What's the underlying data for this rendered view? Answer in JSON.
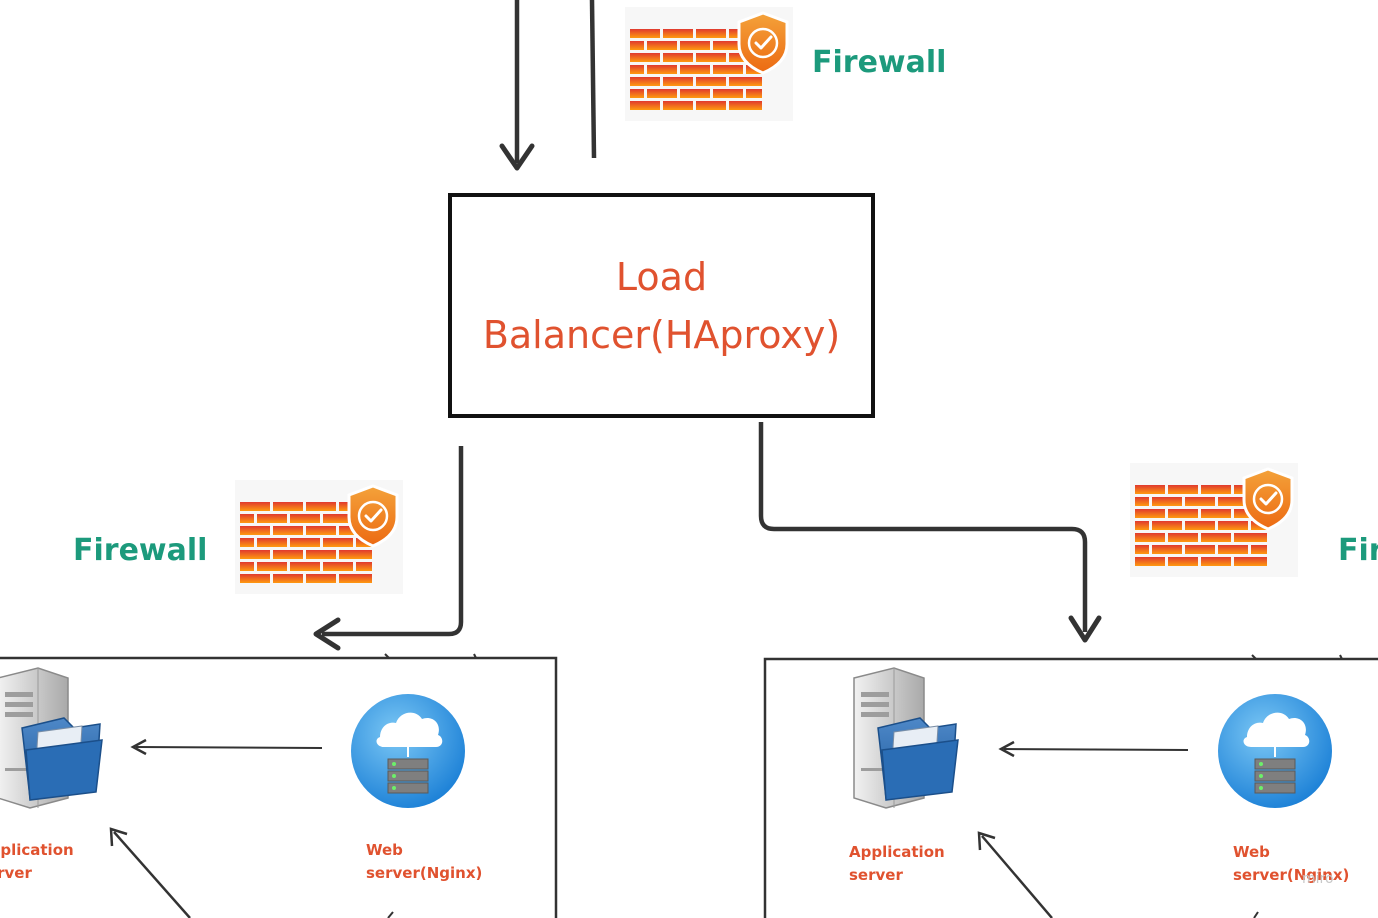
{
  "load_balancer": {
    "label": "Load Balancer(HAproxy)"
  },
  "firewall_labels": [
    "Firewall",
    "Firewall",
    "Firewall"
  ],
  "servers": [
    {
      "app_label": "Application\nserver",
      "web_label": "Web\nserver(Nginx)"
    },
    {
      "app_label": "Application\nserver",
      "web_label": "Web\nserver(Nginx)"
    }
  ],
  "watermark": "miro",
  "colors": {
    "label_red": "#e0522f",
    "firewall_green": "#1c9a7c",
    "line": "#333333",
    "brick_top": "#e03a2f",
    "brick_bottom": "#ff9a10",
    "shield": "#f28c1a",
    "cloud_blue": "#2a8fdc"
  }
}
